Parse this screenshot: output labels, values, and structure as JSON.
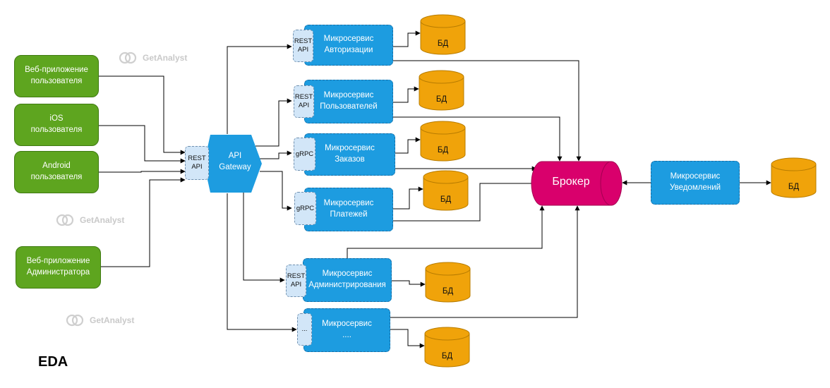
{
  "title": "EDA",
  "watermark": "GetAnalyst",
  "clients": {
    "web_user": "Веб-приложение\nпользователя",
    "ios_user": "iOS\nпользователя",
    "android_user": "Android\nпользователя",
    "web_admin": "Веб-приложение\nАдминистратора"
  },
  "gateway": {
    "label": "API\nGateway",
    "interface": "REST\nAPI"
  },
  "services": {
    "auth": {
      "label": "Микросервис\nАвторизации",
      "interface": "REST\nAPI"
    },
    "users": {
      "label": "Микросервис\nПользователей",
      "interface": "REST\nAPI"
    },
    "orders": {
      "label": "Микросервис\nЗаказов",
      "interface": "gRPC"
    },
    "payments": {
      "label": "Микросервис\nПлатежей",
      "interface": "gRPC"
    },
    "admin": {
      "label": "Микросервис\nАдминистрирования",
      "interface": "REST\nAPI"
    },
    "other": {
      "label": "Микросервис\n....",
      "interface": "..."
    },
    "notifications": {
      "label": "Микросервис\nУведомлений"
    }
  },
  "broker": {
    "label": "Брокер"
  },
  "database_label": "БД",
  "colors": {
    "client": "#5ea51f",
    "service": "#1d9ce0",
    "interface": "#d2e6f8",
    "database": "#f0a30a",
    "broker": "#d9006c"
  }
}
